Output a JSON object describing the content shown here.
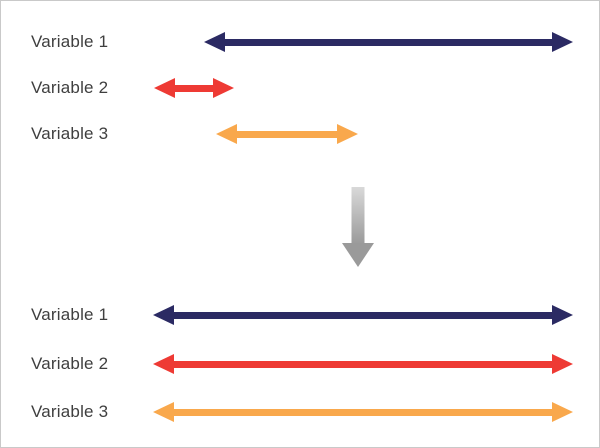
{
  "colors": {
    "navy": "#2b2a63",
    "red": "#ee3a34",
    "orange": "#f9a84c",
    "gray_start": "#d9d9d9",
    "gray_end": "#9a9a9a",
    "text": "#3f3f3f"
  },
  "before": {
    "rows": [
      {
        "label": "Variable 1",
        "color": "navy",
        "start": 203,
        "end": 572
      },
      {
        "label": "Variable 2",
        "color": "red",
        "start": 153,
        "end": 233
      },
      {
        "label": "Variable 3",
        "color": "orange",
        "start": 215,
        "end": 357
      }
    ]
  },
  "transform": {
    "icon": "down-arrow"
  },
  "after": {
    "rows": [
      {
        "label": "Variable 1",
        "color": "navy",
        "start": 152,
        "end": 572
      },
      {
        "label": "Variable 2",
        "color": "red",
        "start": 152,
        "end": 572
      },
      {
        "label": "Variable 3",
        "color": "orange",
        "start": 152,
        "end": 572
      }
    ]
  }
}
